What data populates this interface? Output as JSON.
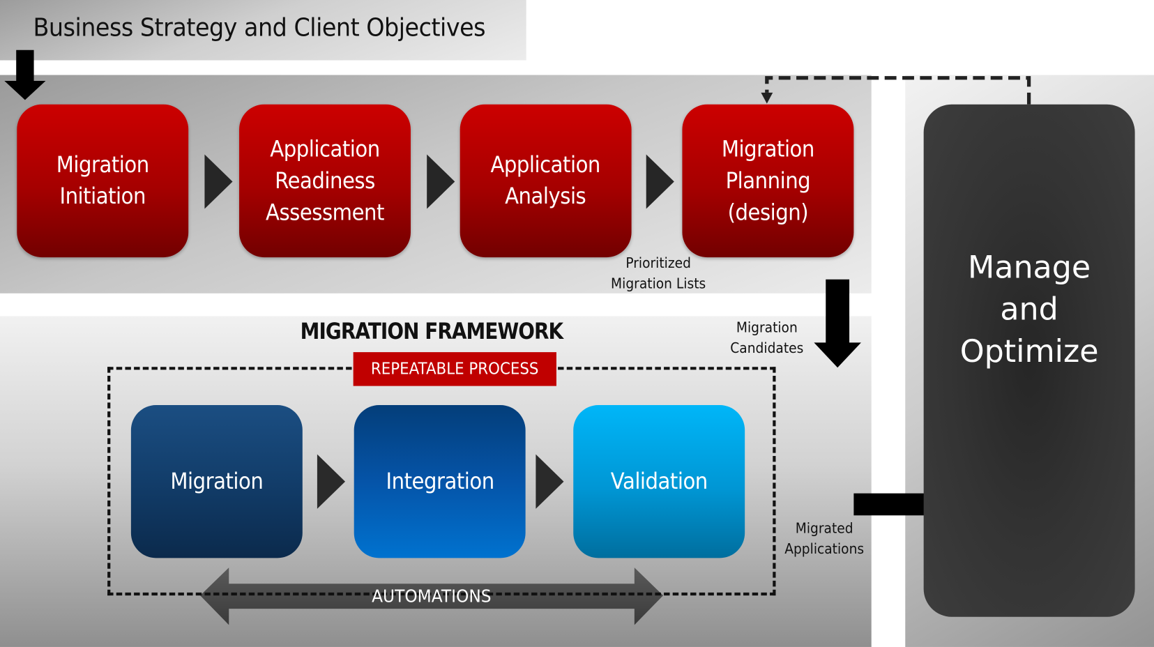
{
  "header": {
    "title": "Business Strategy and Client Objectives"
  },
  "phases": [
    {
      "label": "Migration\nInitiation"
    },
    {
      "label": "Application\nReadiness\nAssessment"
    },
    {
      "label": "Application\nAnalysis"
    },
    {
      "label": "Migration\nPlanning\n(design)"
    }
  ],
  "flow_labels": {
    "prioritized_lists": "Prioritized\nMigration Lists",
    "migration_candidates": "Migration\nCandidates",
    "migrated_applications": "Migrated\nApplications"
  },
  "framework": {
    "title": "MIGRATION FRAMEWORK",
    "badge": "REPEATABLE PROCESS",
    "steps": [
      {
        "label": "Migration"
      },
      {
        "label": "Integration"
      },
      {
        "label": "Validation"
      }
    ],
    "automations_label": "AUTOMATIONS"
  },
  "manage": {
    "label": "Manage\nand\nOptimize"
  },
  "colors": {
    "phase_red": "#c00000",
    "badge_red": "#c00000",
    "migration_blue": "#1b4e82",
    "integration_blue": "#0066c4",
    "validation_blue": "#00b0f0",
    "manage_dark": "#333333",
    "arrow_black": "#000000"
  }
}
